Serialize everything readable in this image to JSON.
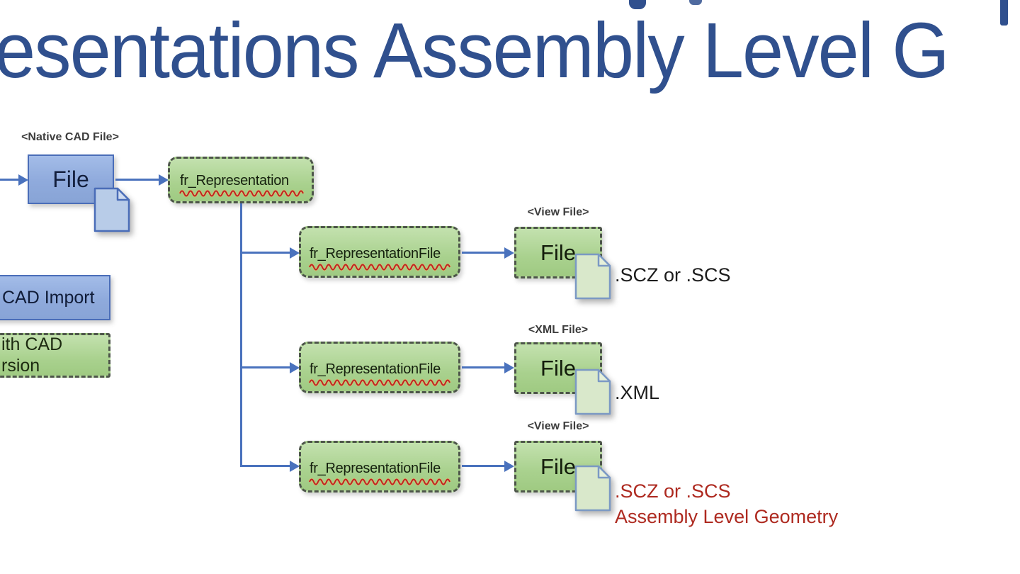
{
  "slide": {
    "title": "esentations Assembly Level G"
  },
  "legend": {
    "import_label": "CAD Import",
    "conversion_line1": "ith CAD",
    "conversion_line2": "rsion"
  },
  "diagram": {
    "native_file": {
      "tag": "<Native CAD File>",
      "label": "File"
    },
    "representation": {
      "label": "fr_Representation"
    },
    "rows": [
      {
        "rep": "fr_RepresentationFile",
        "tag": "<View File>",
        "file": "File",
        "note1": ".SCZ or .SCS"
      },
      {
        "rep": "fr_RepresentationFile",
        "tag": "<XML File>",
        "file": "File",
        "note1": ".XML"
      },
      {
        "rep": "fr_RepresentationFile",
        "tag": "<View File>",
        "file": "File",
        "note1": ".SCZ or .SCS",
        "note2": "Assembly Level Geometry"
      }
    ]
  },
  "colors": {
    "title_blue": "#30508e",
    "arrow_blue": "#4a72bd",
    "box_green": "#a9d18e",
    "box_green_light": "#c3e1ae",
    "box_blue": "#8faadc",
    "doc_icon_blue": "#b8cce8",
    "doc_icon_green": "#d9e8cb",
    "dashed_border": "#4d554a",
    "spellcheck_red": "#c02020",
    "note_red": "#ae2a20",
    "tag_gray": "#3d3d3d"
  }
}
